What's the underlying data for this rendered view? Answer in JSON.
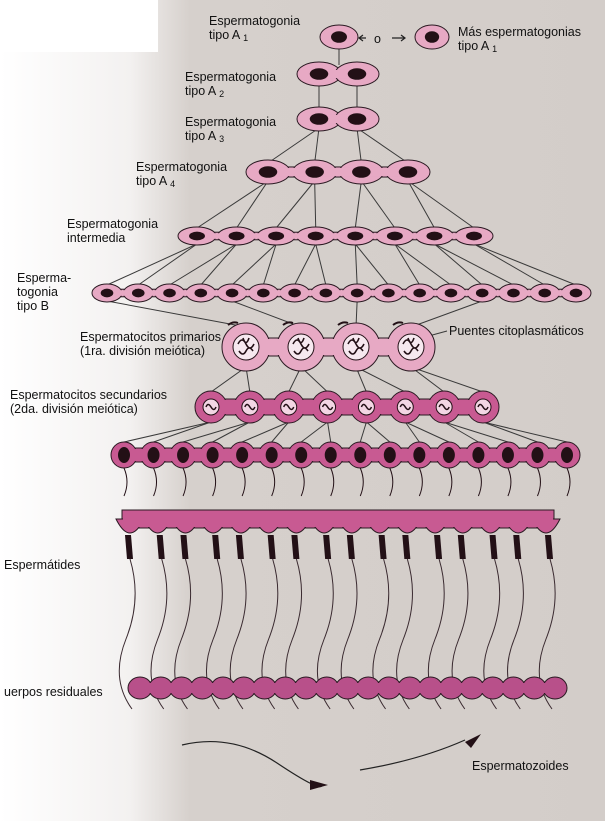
{
  "labels": {
    "a1_line1": "Espermatogonia",
    "a1_line2": "tipo A",
    "a1_sub": "1",
    "more_line1": "Más espermatogonias",
    "more_line2": "tipo A",
    "more_sub": "1",
    "or": "o",
    "a2_line1": "Espermatogonia",
    "a2_line2": "tipo A",
    "a2_sub": "2",
    "a3_line1": "Espermatogonia",
    "a3_line2": "tipo A",
    "a3_sub": "3",
    "a4_line1": "Espermatogonia",
    "a4_line2": "tipo A",
    "a4_sub": "4",
    "inter_line1": "Espermatogonia",
    "inter_line2": "intermedia",
    "b_line1": "Esperma-",
    "b_line2": "togonia",
    "b_line3": "tipo B",
    "prim_line1": "Espermatocitos primarios",
    "prim_line2": "(1ra. división meiótica)",
    "bridges": "Puentes citoplasmáticos",
    "sec_line1": "Espermatocitos secundarios",
    "sec_line2": "(2da. división meiótica)",
    "spermatids": "Espermátides",
    "residual": "uerpos residuales",
    "spermatozoa": "Espermatozoides"
  },
  "colors": {
    "cell_fill": "#e7a9c4",
    "cell_stroke": "#2a1a22",
    "nucleus": "#231016",
    "spermatid_fill": "#c85a92",
    "residual_fill": "#b8508a",
    "line": "#3a3a3a"
  }
}
